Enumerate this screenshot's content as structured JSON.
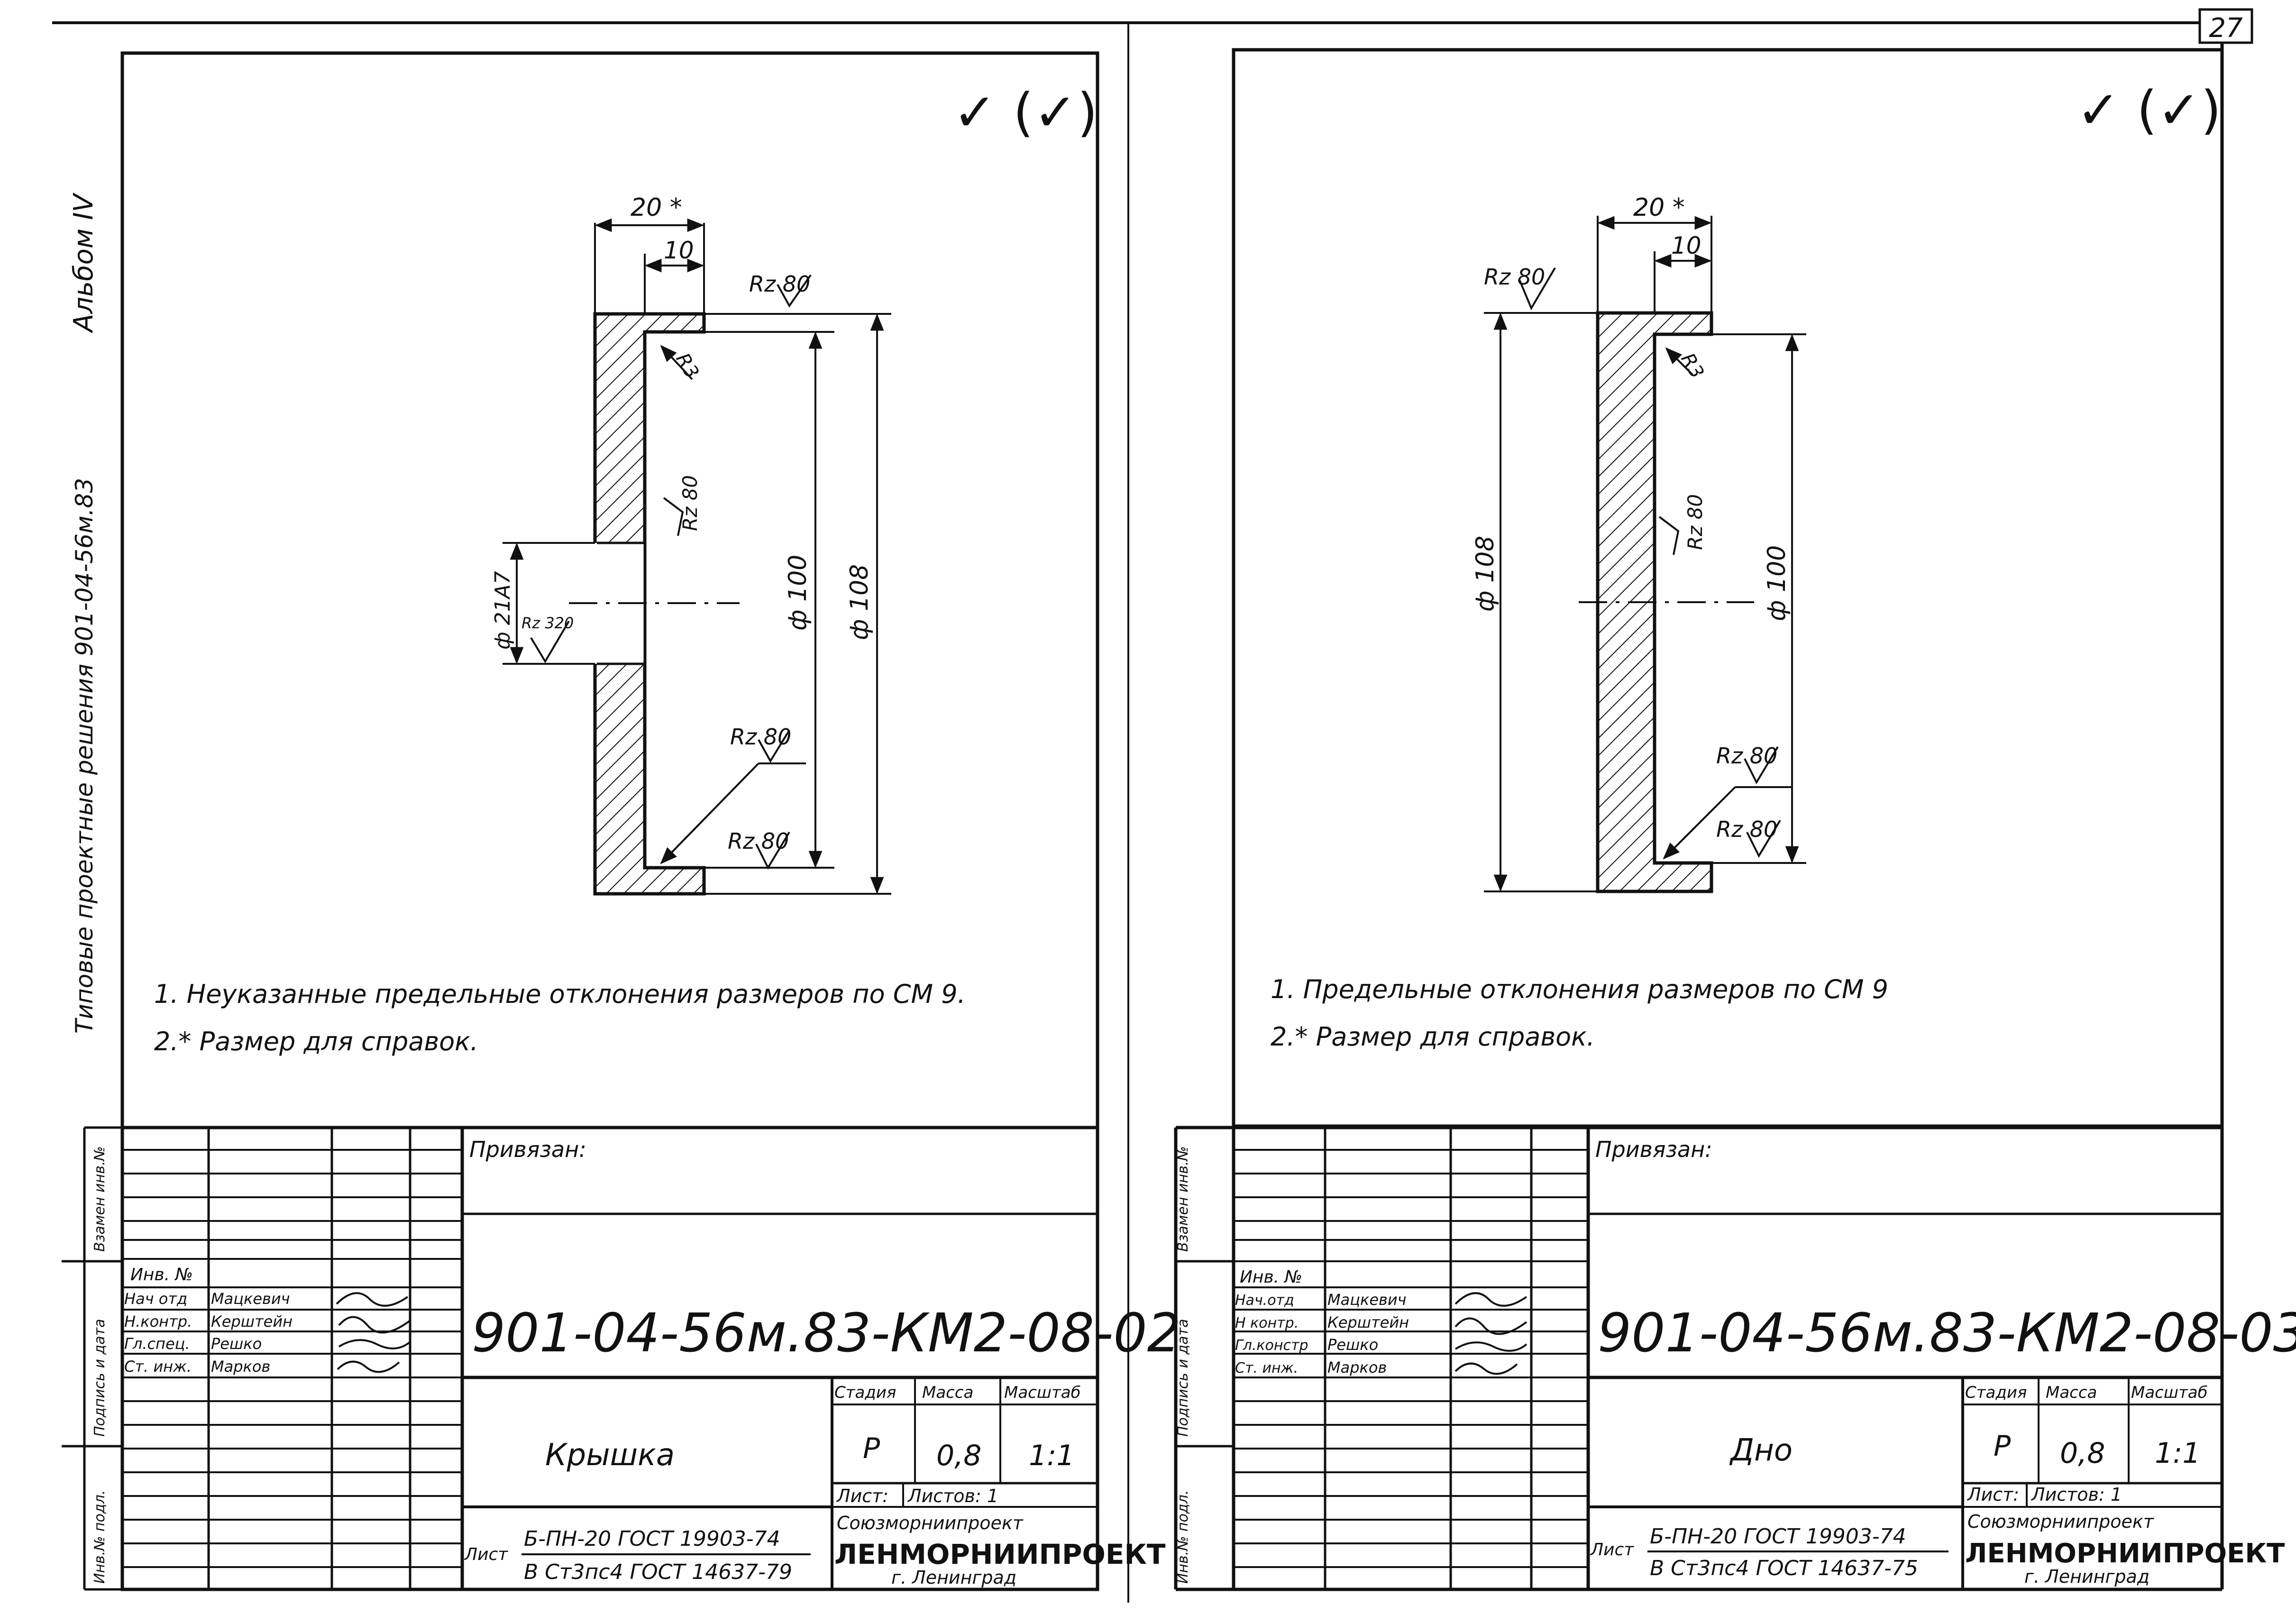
{
  "page_number": "27",
  "album": {
    "series_text": "Типовые проектные решения 901-04-56м.83",
    "album_text": "Альбом IV"
  },
  "side_stamp": {
    "vzam_inv": "Взамен инв.№",
    "podp_data": "Подпись и дата",
    "inv_podl": "Инв.№ подл."
  },
  "sheets": [
    {
      "roughness_symbol": "✓ (✓)",
      "dims": {
        "w_total": "20 *",
        "w_inner": "10",
        "hole": "ф 21А7",
        "hole_rz": "Rz 320",
        "d_inner": "ф 100",
        "d_outer": "ф 108",
        "r3": "R3",
        "rz_top": "Rz 80",
        "rz_inner": "Rz 80",
        "rz_mid": "Rz 80",
        "rz_bottom": "Rz 80"
      },
      "notes": [
        "1. Неуказанные предельные отклонения размеров по СМ 9.",
        "2.* Размер для справок."
      ],
      "title_block": {
        "privyazan": "Привязан:",
        "inv_no": "Инв. №",
        "signers": [
          {
            "role": "Нач отд",
            "name": "Мацкевич"
          },
          {
            "role": "Н.контр.",
            "name": "Керштейн"
          },
          {
            "role": "Гл.спец.",
            "name": "Решко"
          },
          {
            "role": "Ст. инж.",
            "name": "Марков"
          }
        ],
        "doc_code": "901-04-56м.83-КМ2-08-02",
        "part_name": "Крышка",
        "h_stage": "Стадия",
        "h_mass": "Масса",
        "h_scale": "Масштаб",
        "stage": "Р",
        "mass": "0,8",
        "scale": "1:1",
        "sheet": "Лист:",
        "sheets_total": "Листов: 1",
        "material_label": "Лист",
        "material_top": "Б-ПН-20 ГОСТ 19903-74",
        "material_bottom": "В Ст3пс4 ГОСТ 14637-79",
        "org_top": "Союзморниипроект",
        "org_main": "ЛЕНМОРНИИПРОЕКТ",
        "org_city": "г. Ленинград"
      }
    },
    {
      "roughness_symbol": "✓ (✓)",
      "dims": {
        "w_total": "20 *",
        "w_inner": "10",
        "d_outer": "ф 108",
        "d_inner": "ф 100",
        "r3": "R3",
        "rz_top": "Rz 80",
        "rz_inner": "Rz 80",
        "rz_mid": "Rz 80",
        "rz_bottom": "Rz 80"
      },
      "notes": [
        "1. Предельные отклонения размеров по СМ 9",
        "2.* Размер для справок."
      ],
      "title_block": {
        "privyazan": "Привязан:",
        "inv_no": "Инв. №",
        "signers": [
          {
            "role": "Нач.отд",
            "name": "Мацкевич"
          },
          {
            "role": "Н контр.",
            "name": "Керштейн"
          },
          {
            "role": "Гл.констр",
            "name": "Решко"
          },
          {
            "role": "Ст. инж.",
            "name": "Марков"
          }
        ],
        "doc_code": "901-04-56м.83-КМ2-08-03",
        "part_name": "Дно",
        "h_stage": "Стадия",
        "h_mass": "Масса",
        "h_scale": "Масштаб",
        "stage": "Р",
        "mass": "0,8",
        "scale": "1:1",
        "sheet": "Лист:",
        "sheets_total": "Листов: 1",
        "material_label": "Лист",
        "material_top": "Б-ПН-20 ГОСТ 19903-74",
        "material_bottom": "В Ст3пс4 ГОСТ 14637-75",
        "org_top": "Союзморниипроект",
        "org_main": "ЛЕНМОРНИИПРОЕКТ",
        "org_city": "г. Ленинград"
      }
    }
  ]
}
